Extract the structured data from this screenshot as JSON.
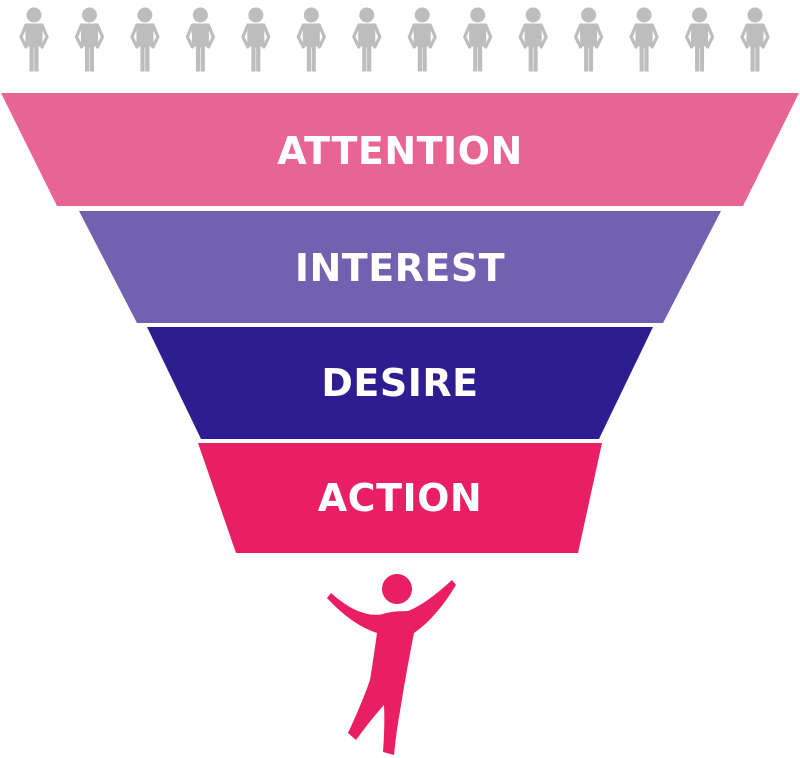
{
  "funnel": {
    "stages": [
      {
        "label": "ATTENTION",
        "color": "#E86492"
      },
      {
        "label": "INTEREST",
        "color": "#7260B0"
      },
      {
        "label": "DESIRE",
        "color": "#2E1D91"
      },
      {
        "label": "ACTION",
        "color": "#E91E63"
      }
    ],
    "label_color": "#FFFFFF",
    "audience": {
      "count": 14,
      "icon": "standing-person-icon",
      "color": "#BDBDBD"
    },
    "converted": {
      "icon": "celebrating-person-icon",
      "color": "#E91E63"
    }
  }
}
